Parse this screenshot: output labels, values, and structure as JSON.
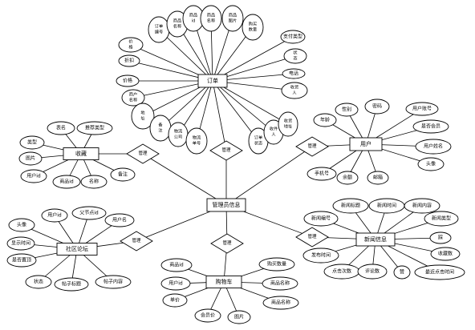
{
  "diagram": {
    "entities": [
      {
        "id": "order",
        "label": "订单"
      },
      {
        "id": "admin",
        "label": "管理员信息"
      },
      {
        "id": "user",
        "label": "用户"
      },
      {
        "id": "favorite",
        "label": "收藏"
      },
      {
        "id": "forum",
        "label": "社区论坛"
      },
      {
        "id": "cart",
        "label": "购物车"
      },
      {
        "id": "news",
        "label": "新闻信息"
      }
    ],
    "relations": [
      {
        "id": "rel-order",
        "label": "管理"
      },
      {
        "id": "rel-favorite",
        "label": "管理"
      },
      {
        "id": "rel-forum",
        "label": "管理"
      },
      {
        "id": "rel-cart",
        "label": "管理"
      },
      {
        "id": "rel-user",
        "label": "管理"
      },
      {
        "id": "rel-news",
        "label": "管理"
      }
    ],
    "attributes": {
      "order": [
        "订单编号",
        "商品名称",
        "商品id",
        "商品名称",
        "商品图片",
        "购买数量",
        "价格",
        "折扣",
        "价格",
        "商户名称",
        "支付类型",
        "状态",
        "电话",
        "收货人",
        "地址",
        "备注",
        "物流公司",
        "物流单号",
        "订单状态",
        "收件人",
        "收货地址"
      ],
      "favorite": [
        "表名",
        "推荐类型",
        "类型",
        "图片",
        "用户id",
        "商品id",
        "名称",
        "备注"
      ],
      "user": [
        "年龄",
        "性别",
        "密码",
        "用户账号",
        "是否会员",
        "用户姓名",
        "头像",
        "手机号",
        "余额",
        "邮箱"
      ],
      "forum": [
        "头像",
        "用户id",
        "父节点id",
        "用户名",
        "显示时间",
        "是否置顶",
        "状态",
        "帖子标题",
        "帖子内容"
      ],
      "cart": [
        "商品id",
        "购买数量",
        "用户id",
        "商品名称",
        "单价",
        "商品名称",
        "会员价",
        "图片"
      ],
      "news": [
        "新闻标题",
        "新闻时间",
        "新闻内容",
        "新闻编号",
        "新闻类型",
        "发布时间",
        "点击次数",
        "评论数",
        "赞",
        "踩",
        "收藏数",
        "最近点击时间"
      ]
    }
  }
}
